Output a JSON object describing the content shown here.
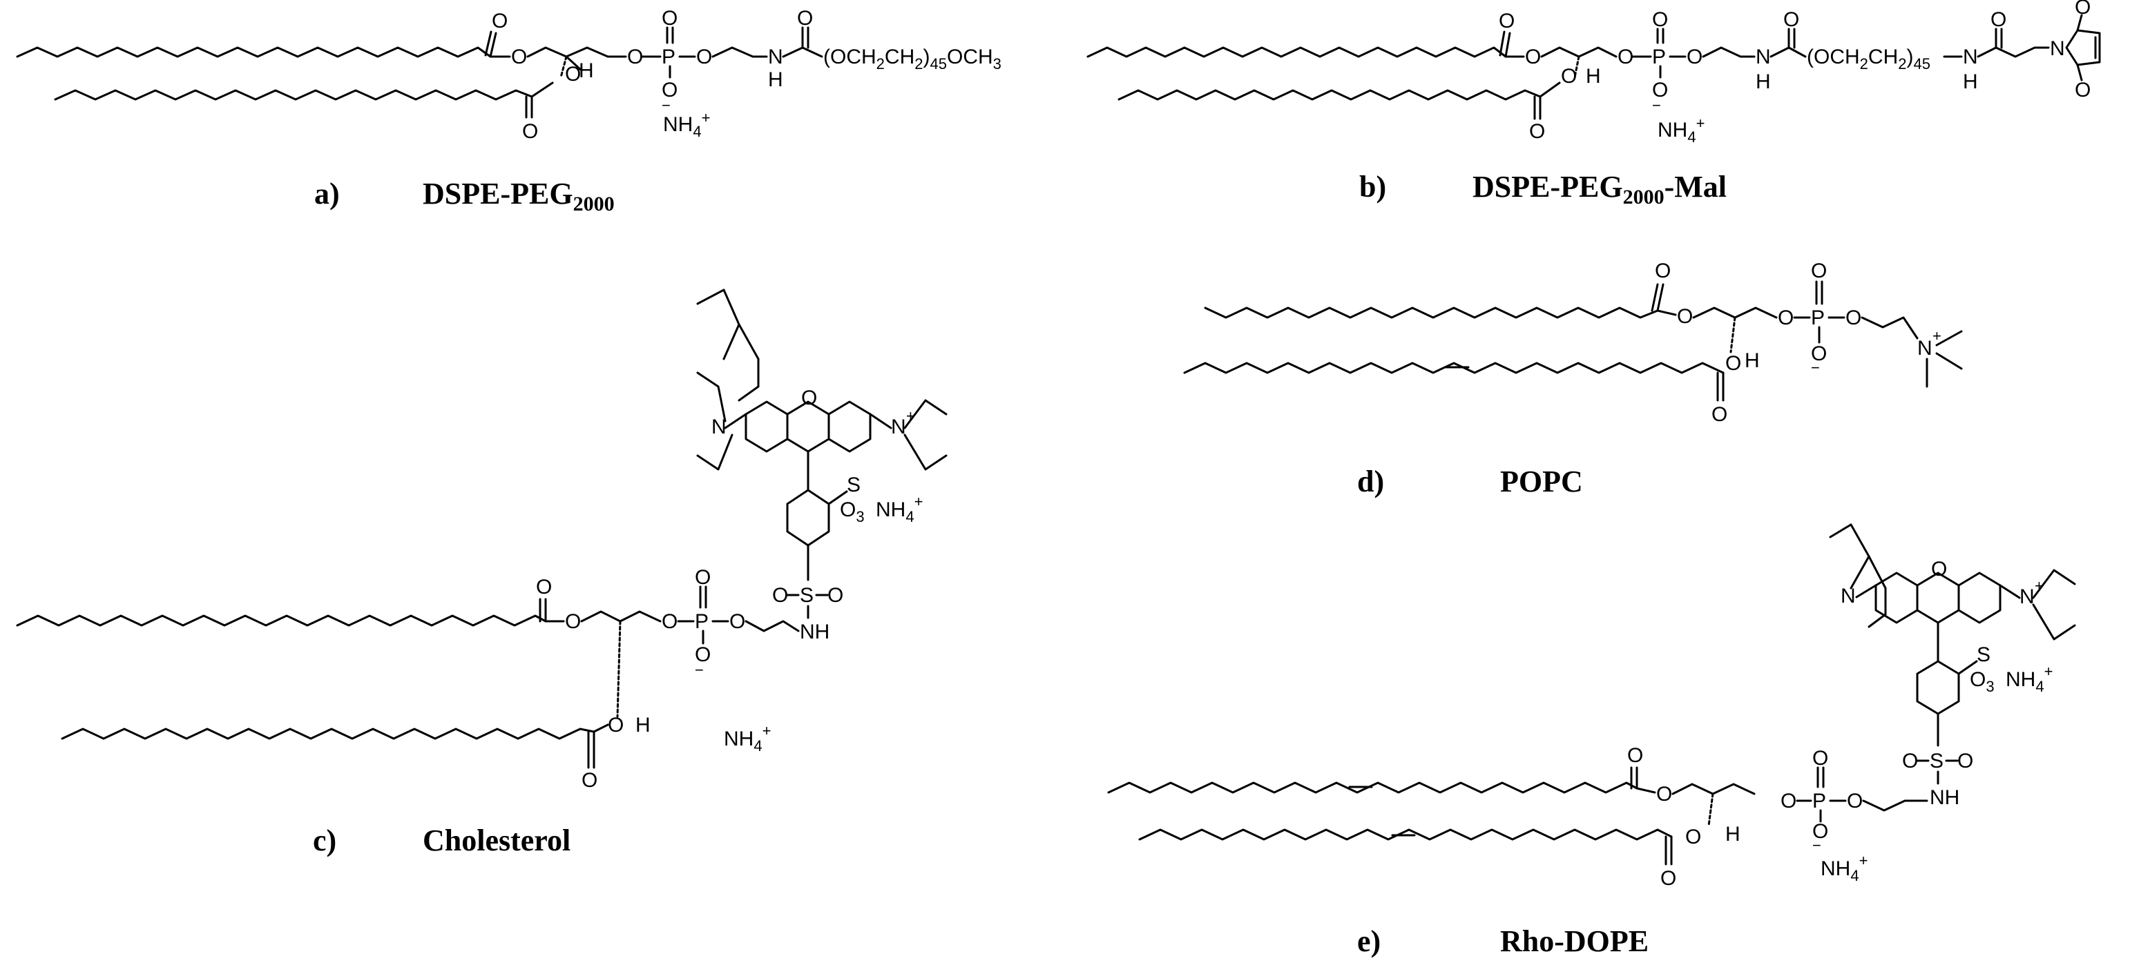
{
  "panels": {
    "a": {
      "letter": "a)",
      "name_main": "DSPE-PEG",
      "name_sub": "2000",
      "name_suffix": "",
      "labels": {
        "o1": "O",
        "o2": "O",
        "o3": "O",
        "o4": "O",
        "o5": "O",
        "o6": "O",
        "o7": "O",
        "oneg": "O",
        "minus": "−",
        "p": "P",
        "h": "H",
        "n": "N",
        "h2": "H",
        "nh4": "NH",
        "nh4_sub": "4",
        "nh4_sup": "+",
        "peg": "(OCH",
        "peg2": "CH",
        "peg_sub1": "2",
        "peg_sub2": "2",
        "peg_n": "45",
        "peg_end": "OCH",
        "peg_end_sub": "3",
        "peg_close": ")"
      }
    },
    "b": {
      "letter": "b)",
      "name_main": "DSPE-PEG",
      "name_sub": "2000",
      "name_suffix": "-Mal",
      "labels": {
        "o1": "O",
        "o2": "O",
        "o3": "O",
        "o4": "O",
        "o5": "O",
        "o6": "O",
        "o7": "O",
        "oneg": "O",
        "minus": "−",
        "p": "P",
        "h": "H",
        "n": "N",
        "h2": "H",
        "n2": "N",
        "h3": "H",
        "o8": "O",
        "o9": "O",
        "o10": "O",
        "n3": "N",
        "nh4": "NH",
        "nh4_sub": "4",
        "nh4_sup": "+",
        "peg": "(OCH",
        "peg2": "CH",
        "peg_sub1": "2",
        "peg_sub2": "2",
        "peg_close": ")",
        "peg_n": "45"
      }
    },
    "c": {
      "letter": "c)",
      "name_main": "Cholesterol",
      "labels": {
        "n1": "N",
        "o_ring": "O",
        "n2": "N",
        "plus": "+",
        "s": "S",
        "o3": "O",
        "o3_sub": "3",
        "nh4": "NH",
        "nh4_sub": "4",
        "nh4_sup": "+",
        "o1": "O",
        "o2": "O",
        "o4": "O",
        "o5": "O",
        "o6": "O",
        "o7": "O",
        "oneg": "O",
        "minus": "−",
        "p": "P",
        "h": "H",
        "so2_s": "S",
        "so2_o1": "O",
        "so2_o2": "O",
        "nh": "NH",
        "nh4b": "NH",
        "nh4b_sub": "4",
        "nh4b_sup": "+"
      }
    },
    "d": {
      "letter": "d)",
      "name_main": "POPC",
      "labels": {
        "o1": "O",
        "o2": "O",
        "o3": "O",
        "o4": "O",
        "o5": "O",
        "o6": "O",
        "o7": "O",
        "oneg": "O",
        "minus": "−",
        "p": "P",
        "h": "H",
        "n": "N",
        "plus": "+"
      }
    },
    "e": {
      "letter": "e)",
      "name_main": "Rho-DOPE",
      "labels": {
        "n1": "N",
        "o_ring": "O",
        "n2": "N",
        "plus": "+",
        "s": "S",
        "o3": "O",
        "o3_sub": "3",
        "nh4": "NH",
        "nh4_sub": "4",
        "nh4_sup": "+",
        "o1": "O",
        "o2": "O",
        "o4": "O",
        "o5": "O",
        "o6": "O",
        "o7": "O",
        "oneg": "O",
        "minus": "−",
        "p": "P",
        "h": "H",
        "so2_s": "S",
        "so2_o1": "O",
        "so2_o2": "O",
        "nh": "NH",
        "nh4b": "NH",
        "nh4b_sub": "4",
        "nh4b_sup": "+"
      }
    }
  }
}
